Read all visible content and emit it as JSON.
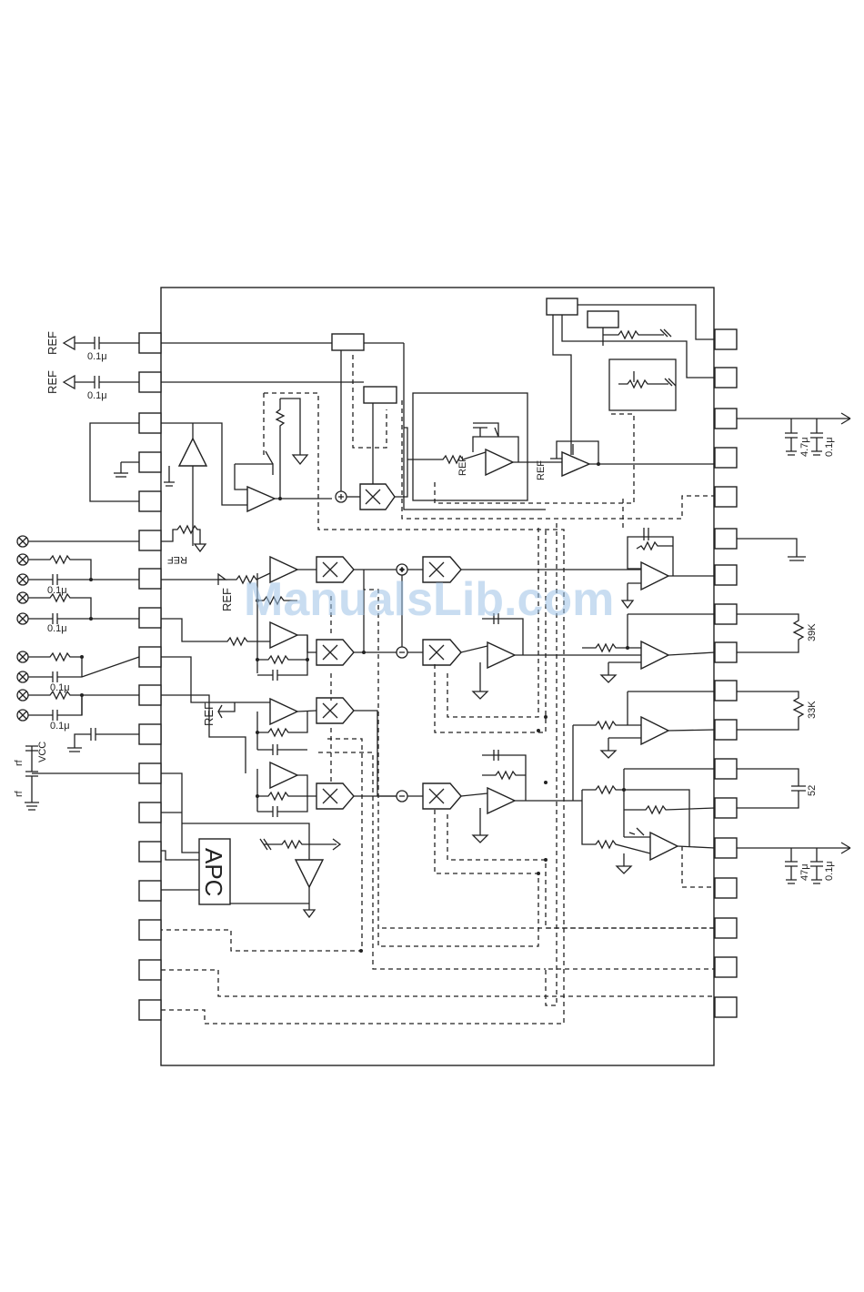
{
  "labels": {
    "ref": "REF",
    "cap_01u": "0.1μ",
    "cap_47u_a": "4.7μ",
    "cap_47u_b": "47μ",
    "vcc": "VCC",
    "apc": "APC",
    "r39k": "39K",
    "r33k": "33K",
    "c52": "52",
    "rf": "rf"
  },
  "watermark": "ManualsLib.com",
  "colors": {
    "ink": "#222222",
    "watermark": "#9ec3e6"
  }
}
